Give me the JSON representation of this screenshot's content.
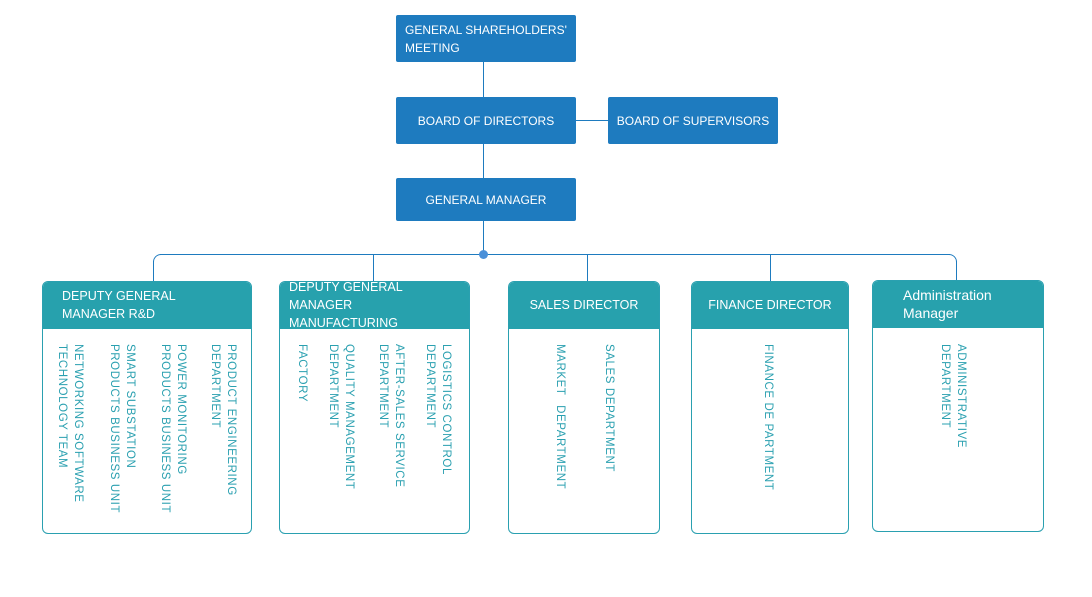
{
  "top": {
    "shareholders": "GENERAL SHAREHOLDERS' MEETING",
    "board_directors": "BOARD OF DIRECTORS",
    "board_supervisors": "BOARD OF SUPERVISORS",
    "general_manager": "GENERAL MANAGER"
  },
  "divisions": [
    {
      "title": "DEPUTY GENERAL MANAGER R&D",
      "departments": [
        "PRODUCT ENGINEERING DEPARTMENT",
        "POWER MONITORING PRODUCTS BUSINESS UNIT",
        "SMART SUBSTATION PRODUCTS BUSINESS UNIT",
        "NETWORKING SOFTWARE TECHNOLOGY TEAM"
      ]
    },
    {
      "title": "DEPUTY GENERAL MANAGER MANUFACTURING",
      "departments": [
        "LOGISTICS CONTROL DEPARTMENT",
        "AFTER-SALES SERVICE DEPARTMENT",
        "QUALITY MANAGEMENT DEPARTMENT",
        "FACTORY"
      ]
    },
    {
      "title": "SALES DIRECTOR",
      "departments": [
        "SALES DEPARTMENT",
        "MARKET DEPARTMENT"
      ]
    },
    {
      "title": "FINANCE DIRECTOR",
      "departments": [
        "FINANCE DE PARTMENT"
      ]
    },
    {
      "title": "Administration Manager",
      "departments": [
        "ADMINISTRATIVE DEPARTMENT"
      ]
    }
  ],
  "colors": {
    "top_box": "#1e7bbf",
    "division_head": "#27a1ad",
    "dept_text": "#2aa0b0"
  }
}
